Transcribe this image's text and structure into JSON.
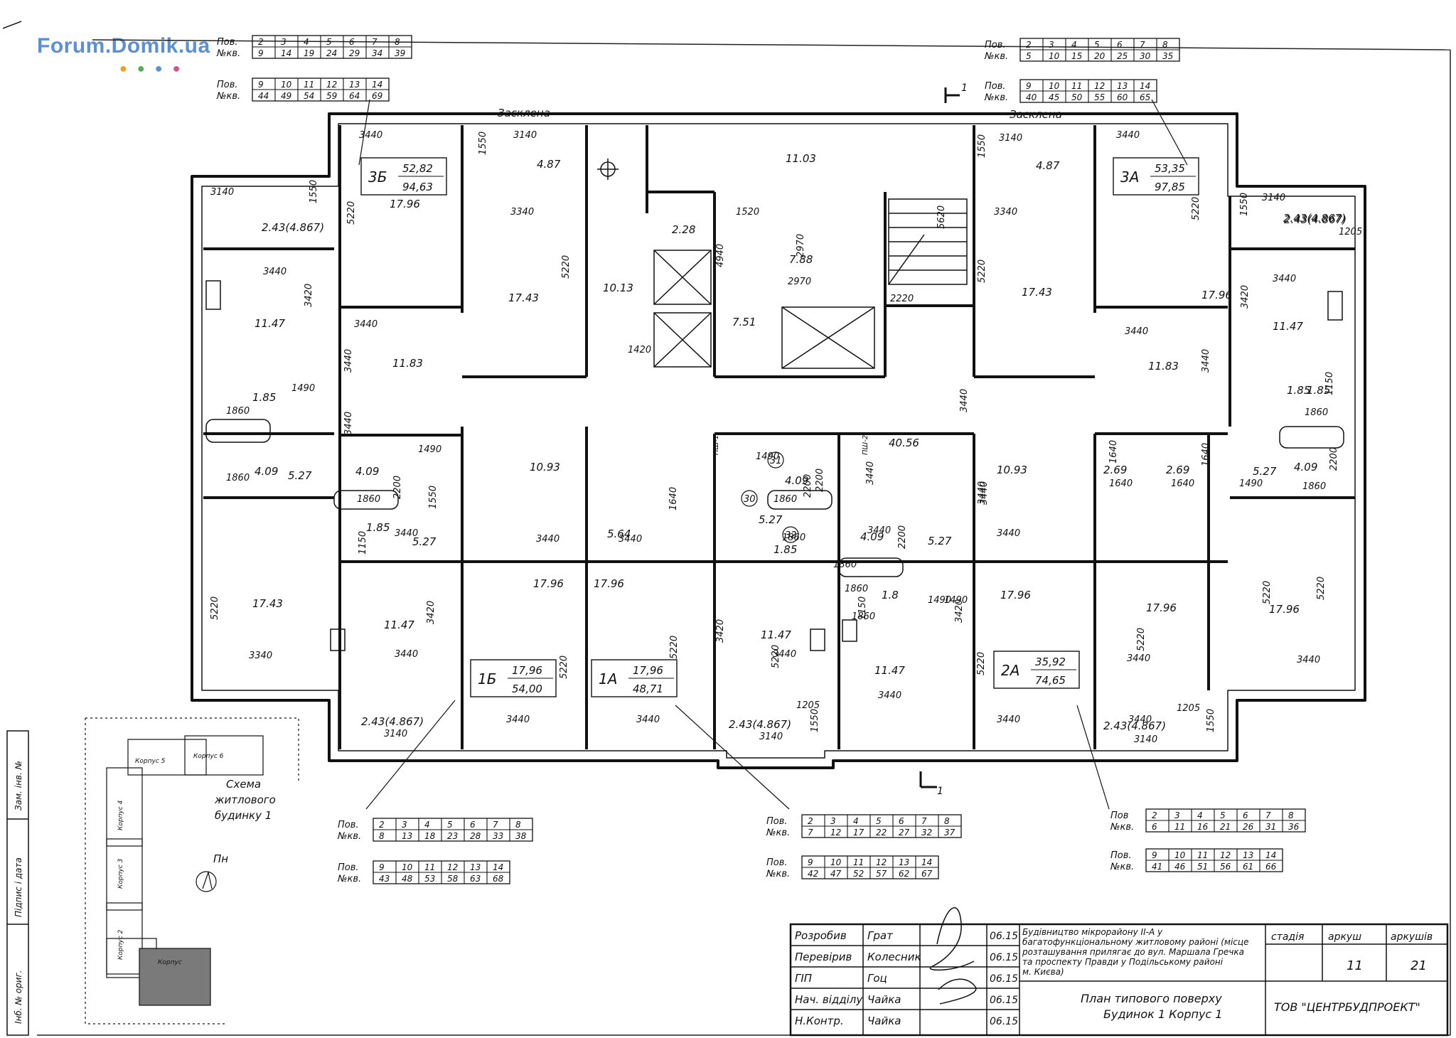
{
  "watermark": {
    "text": "Forum.Domik.ua",
    "dot_colors": [
      "#f0a020",
      "#50b050",
      "#5b8fd6",
      "#d05090"
    ]
  },
  "glazing_left": "Засклена",
  "glazing_right": "Засклена",
  "section_marks": {
    "top": "1",
    "bottom": "1"
  },
  "apartment_tables": {
    "top_left_a": {
      "rows": [
        {
          "label": "Пов.",
          "values": [
            "2",
            "3",
            "4",
            "5",
            "6",
            "7",
            "8"
          ]
        },
        {
          "label": "№кв.",
          "values": [
            "9",
            "14",
            "19",
            "24",
            "29",
            "34",
            "39"
          ]
        }
      ]
    },
    "top_left_b": {
      "rows": [
        {
          "label": "Пов.",
          "values": [
            "9",
            "10",
            "11",
            "12",
            "13",
            "14"
          ]
        },
        {
          "label": "№кв.",
          "values": [
            "44",
            "49",
            "54",
            "59",
            "64",
            "69"
          ]
        }
      ]
    },
    "top_right_a": {
      "rows": [
        {
          "label": "Пов.",
          "values": [
            "2",
            "3",
            "4",
            "5",
            "6",
            "7",
            "8"
          ]
        },
        {
          "label": "№кв.",
          "values": [
            "5",
            "10",
            "15",
            "20",
            "25",
            "30",
            "35"
          ]
        }
      ]
    },
    "top_right_b": {
      "rows": [
        {
          "label": "Пов.",
          "values": [
            "9",
            "10",
            "11",
            "12",
            "13",
            "14"
          ]
        },
        {
          "label": "№кв.",
          "values": [
            "40",
            "45",
            "50",
            "55",
            "60",
            "65"
          ]
        }
      ]
    },
    "bottom_1b_a": {
      "rows": [
        {
          "label": "Пов.",
          "values": [
            "2",
            "3",
            "4",
            "5",
            "6",
            "7",
            "8"
          ]
        },
        {
          "label": "№кв.",
          "values": [
            "8",
            "13",
            "18",
            "23",
            "28",
            "33",
            "38"
          ]
        }
      ]
    },
    "bottom_1b_b": {
      "rows": [
        {
          "label": "Пов.",
          "values": [
            "9",
            "10",
            "11",
            "12",
            "13",
            "14"
          ]
        },
        {
          "label": "№кв.",
          "values": [
            "43",
            "48",
            "53",
            "58",
            "63",
            "68"
          ]
        }
      ]
    },
    "bottom_1a_a": {
      "rows": [
        {
          "label": "Пов.",
          "values": [
            "2",
            "3",
            "4",
            "5",
            "6",
            "7",
            "8"
          ]
        },
        {
          "label": "№кв.",
          "values": [
            "7",
            "12",
            "17",
            "22",
            "27",
            "32",
            "37"
          ]
        }
      ]
    },
    "bottom_1a_b": {
      "rows": [
        {
          "label": "Пов.",
          "values": [
            "9",
            "10",
            "11",
            "12",
            "13",
            "14"
          ]
        },
        {
          "label": "№кв.",
          "values": [
            "42",
            "47",
            "52",
            "57",
            "62",
            "67"
          ]
        }
      ]
    },
    "bottom_2a_a": {
      "rows": [
        {
          "label": "Пов",
          "values": [
            "2",
            "3",
            "4",
            "5",
            "6",
            "7",
            "8"
          ]
        },
        {
          "label": "№кв.",
          "values": [
            "6",
            "11",
            "16",
            "21",
            "26",
            "31",
            "36"
          ]
        }
      ]
    },
    "bottom_2a_b": {
      "rows": [
        {
          "label": "Пов.",
          "values": [
            "9",
            "10",
            "11",
            "12",
            "13",
            "14"
          ]
        },
        {
          "label": "№кв.",
          "values": [
            "41",
            "46",
            "51",
            "56",
            "61",
            "66"
          ]
        }
      ]
    }
  },
  "apartment_tags": {
    "3b": {
      "name": "3Б",
      "living": "52,82",
      "total": "94,63"
    },
    "3a": {
      "name": "3А",
      "living": "53,35",
      "total": "97,85"
    },
    "1b": {
      "name": "1Б",
      "living": "17,96",
      "total": "54,00"
    },
    "1a": {
      "name": "1А",
      "living": "17,96",
      "total": "48,71"
    },
    "2a": {
      "name": "2А",
      "living": "35,92",
      "total": "74,65"
    }
  },
  "area_labels": {
    "a1": "17.96",
    "a2": "4.87",
    "a3": "17.43",
    "a4": "10.13",
    "a5": "11.03",
    "a6": "2.28",
    "a7": "7.51",
    "a8": "7.88",
    "a9": "4.87",
    "a10": "17.43",
    "a11": "17.96",
    "a12": "11.47",
    "a13": "11.83",
    "a14": "11.47",
    "a15": "11.83",
    "a16": "1.85",
    "a17": "1.85",
    "a18": "4.09",
    "a19": "5.27",
    "a20": "4.09",
    "a21": "10.93",
    "a22": "40.56",
    "a23": "4.09",
    "a24": "10.93",
    "a25": "2.69",
    "a26": "2.69",
    "a27": "5.27",
    "a28": "4.09",
    "a29": "1.85",
    "a30": "5.27",
    "a31": "5.64",
    "a32": "5.27",
    "a33": "1.85",
    "a34": "4.09",
    "a35": "5.27",
    "a36": "17.43",
    "a37": "17.96",
    "a38": "17.96",
    "a39": "11.47",
    "a40": "11.47",
    "a41": "1.8",
    "a42": "17.96",
    "a43": "17.96",
    "a44": "17.96",
    "a45": "11.47",
    "a46": "1.85",
    "a47": "2.43(4.867)",
    "a48": "2.43(4.867)",
    "a49": "2.43(4.867)",
    "a50": "2.43(4.867)",
    "a51": "2.43(4.867)",
    "a52": "2.43(4.867)"
  },
  "dimension_labels": {
    "d1": "3440",
    "d2": "3140",
    "d3": "1550",
    "d4": "3140",
    "d5": "1550",
    "d6": "5220",
    "d7": "3340",
    "d8": "5220",
    "d9": "3440",
    "d10": "3420",
    "d11": "3440",
    "d12": "3440",
    "d13": "1490",
    "d14": "1860",
    "d15": "3440",
    "d16": "1860",
    "d17": "1490",
    "d18": "1520",
    "d19": "4940",
    "d20": "2970",
    "d21": "2970",
    "d22": "5620",
    "d23": "2220",
    "d24": "1420",
    "d25": "3140",
    "d26": "1550",
    "d27": "3340",
    "d28": "5220",
    "d29": "3440",
    "d30": "5220",
    "d31": "3140",
    "d32": "1550",
    "d33": "1205",
    "d34": "3440",
    "d35": "3420",
    "d36": "3440",
    "d37": "3440",
    "d38": "1860",
    "d39": "1640",
    "d40": "1640",
    "d41": "1640",
    "d42": "1490",
    "d43": "1860",
    "d44": "5220",
    "d45": "3340",
    "d46": "3440",
    "d47": "3420",
    "d48": "3440",
    "d49": "1550",
    "d50": "3140",
    "d51": "3440",
    "d52": "5220",
    "d53": "3440",
    "d54": "3440",
    "d55": "5220",
    "d56": "1640",
    "d57": "3440",
    "d58": "1490",
    "d59": "3440",
    "d60": "1860",
    "d61": "3420",
    "d62": "3440",
    "d63": "1205",
    "d64": "3140",
    "d65": "1550",
    "d66": "3440",
    "d67": "5220",
    "d68": "3440",
    "d69": "3420",
    "d70": "3440",
    "d71": "1490",
    "d72": "5220",
    "d73": "3440",
    "d74": "5220",
    "d75": "3440",
    "d76": "5220",
    "d77": "1205",
    "d78": "3140",
    "d79": "1550",
    "d80": "3440",
    "d81": "3440",
    "d82": "1860",
    "d83": "1860",
    "d84": "1860",
    "d85": "1860",
    "d86": "1860",
    "d87": "3440",
    "d88": "3440",
    "d89": "3440",
    "d90": "5220",
    "d91": "1150",
    "d92": "1150",
    "d93": "2200",
    "d94": "2200",
    "d95": "2200",
    "d96": "2200",
    "d97": "1150",
    "d98": "2200",
    "d99": "1640",
    "d100": "1490"
  },
  "room_numbers": {
    "r31": "31",
    "r30": "30",
    "r32": "32"
  },
  "shaft_labels": {
    "s1": "ПШ-1",
    "s2": "ПШ-2"
  },
  "scheme": {
    "title_1": "Схема",
    "title_2": "житлового",
    "title_3": "будинку 1",
    "north": "Пн",
    "blocks": {
      "k5": "Корпус 5",
      "k6": "Корпус 6",
      "k4": "Корпус 4",
      "k3": "Корпус 3",
      "k2": "Корпус 2",
      "k1": "Корпус"
    }
  },
  "side_stamp": {
    "s1": "Інб. № ориг.",
    "s2": "Підпис і дата",
    "s3": "Зам. інв. №"
  },
  "title_block": {
    "roles": [
      {
        "role": "Розробив",
        "name": "Грат",
        "date": "06.15"
      },
      {
        "role": "Перевірив",
        "name": "Колесник",
        "date": "06.15"
      },
      {
        "role": "ГІП",
        "name": "Гоц",
        "date": "06.15"
      },
      {
        "role": "Нач. відділу",
        "name": "Чайка",
        "date": "06.15"
      },
      {
        "role": "Н.Контр.",
        "name": "Чайка",
        "date": "06.15"
      }
    ],
    "project_lines": [
      "Будівництво мікрорайону ІІ-А у",
      "багатофункціональному житловому районі (місце",
      "розташування прилягає до вул. Маршала Гречка",
      "та проспекту Правди у Подільському районі",
      "м. Києва)"
    ],
    "stage_header": "стадія",
    "sheet_header": "аркуш",
    "sheets_header": "аркушів",
    "sheet_value": "11",
    "sheets_value": "21",
    "drawing_line_1": "План типового поверху",
    "drawing_line_2": "Будинок 1 Корпус 1",
    "company": "ТОВ \"ЦЕНТРБУДПРОЕКТ\""
  }
}
